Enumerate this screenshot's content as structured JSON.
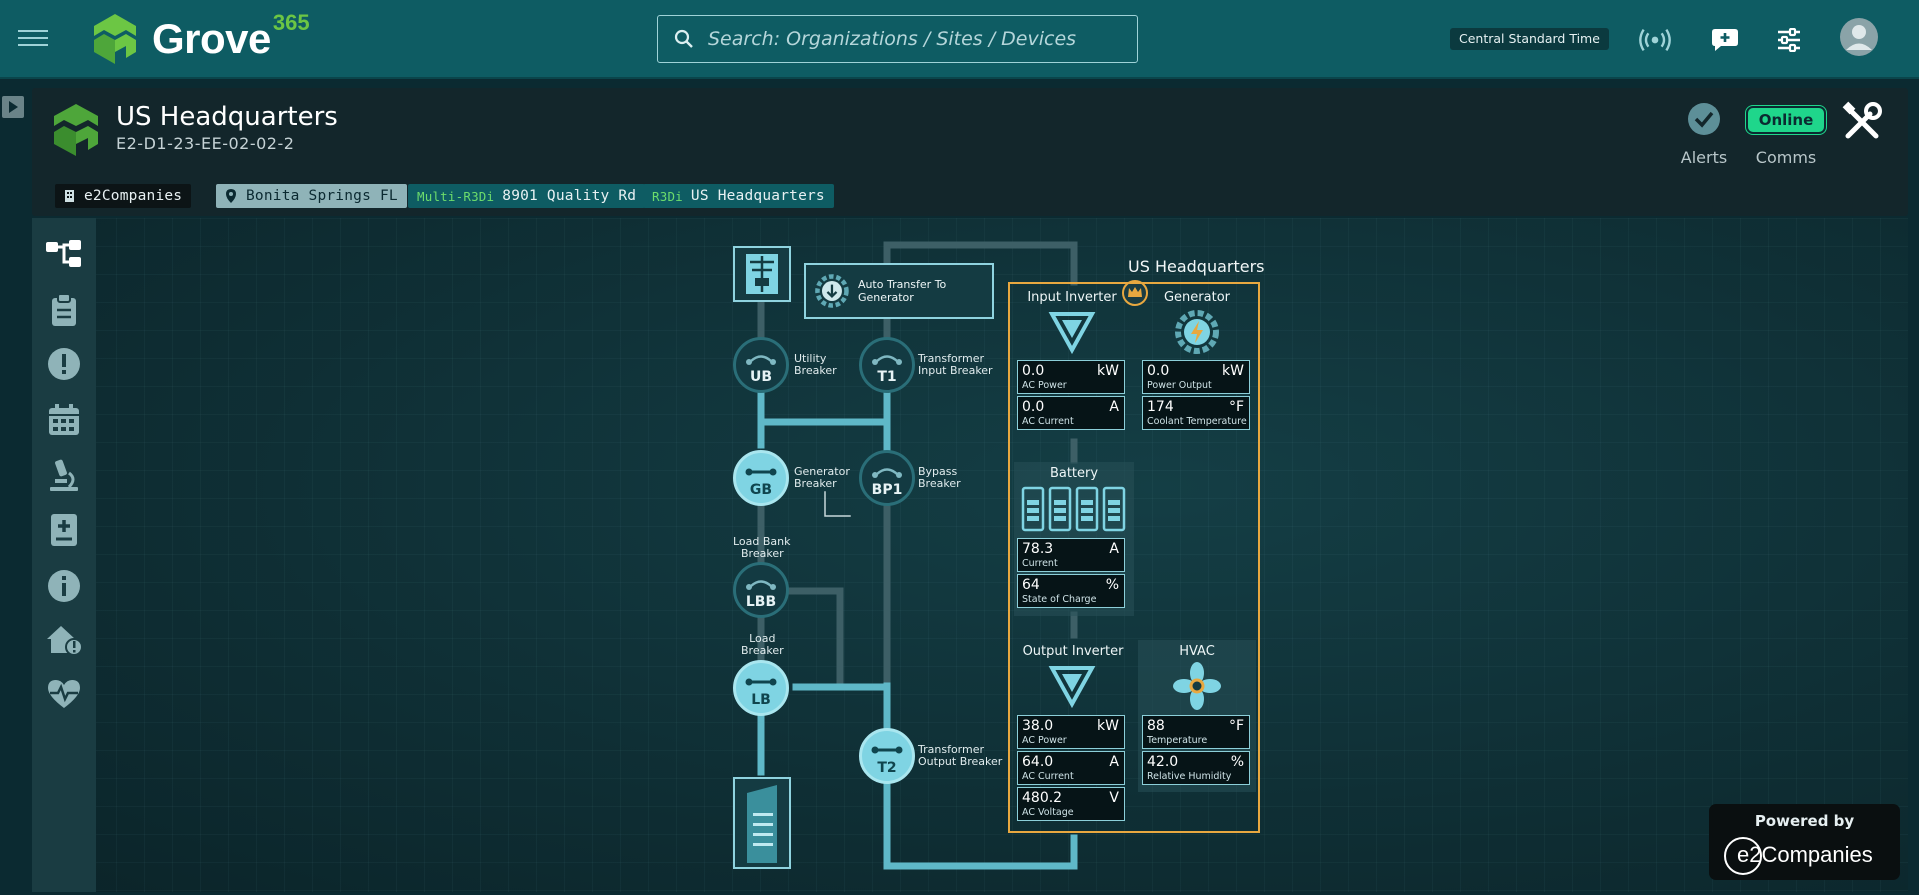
{
  "app": {
    "brand": "Grove",
    "brand_superscript": "365",
    "search_placeholder": "Search: Organizations / Sites / Devices",
    "timezone": "Central Standard Time"
  },
  "header": {
    "title": "US Headquarters",
    "device_id": "E2-D1-23-EE-02-02-2",
    "chips": [
      {
        "tag": "",
        "label": "e2Companies"
      },
      {
        "tag": "",
        "label": "Bonita Springs FL"
      },
      {
        "tag": "Multi-R3Di",
        "label": "8901 Quality Rd"
      },
      {
        "tag": "R3Di",
        "label": "US Headquarters"
      }
    ],
    "alerts_label": "Alerts",
    "comms_label": "Comms",
    "comms_status": "Online"
  },
  "diagram": {
    "ats_label": "Auto Transfer To Generator",
    "panel_title": "US Headquarters",
    "breakers": [
      {
        "id": "UB",
        "name_line1": "Utility",
        "name_line2": "Breaker",
        "closed": false
      },
      {
        "id": "T1",
        "name_line1": "Transformer",
        "name_line2": "Input Breaker",
        "closed": false
      },
      {
        "id": "GB",
        "name_line1": "Generator",
        "name_line2": "Breaker",
        "closed": true
      },
      {
        "id": "BP1",
        "name_line1": "Bypass",
        "name_line2": "Breaker",
        "closed": false
      },
      {
        "id": "LBB",
        "name_line1": "Load Bank",
        "name_line2": "Breaker",
        "closed": false
      },
      {
        "id": "LB",
        "name_line1": "Load",
        "name_line2": "Breaker",
        "closed": true
      },
      {
        "id": "T2",
        "name_line1": "Transformer",
        "name_line2": "Output Breaker",
        "closed": true
      }
    ],
    "input_inverter": {
      "title": "Input Inverter",
      "readouts": [
        {
          "value": "0.0",
          "unit": "kW",
          "label": "AC Power"
        },
        {
          "value": "0.0",
          "unit": "A",
          "label": "AC Current"
        }
      ]
    },
    "generator": {
      "title": "Generator",
      "readouts": [
        {
          "value": "0.0",
          "unit": "kW",
          "label": "Power Output"
        },
        {
          "value": "174",
          "unit": "°F",
          "label": "Coolant Temperature"
        }
      ]
    },
    "battery": {
      "title": "Battery",
      "readouts": [
        {
          "value": "78.3",
          "unit": "A",
          "label": "Current"
        },
        {
          "value": "64",
          "unit": "%",
          "label": "State of Charge"
        }
      ]
    },
    "output_inverter": {
      "title": "Output Inverter",
      "readouts": [
        {
          "value": "38.0",
          "unit": "kW",
          "label": "AC Power"
        },
        {
          "value": "64.0",
          "unit": "A",
          "label": "AC Current"
        },
        {
          "value": "480.2",
          "unit": "V",
          "label": "AC Voltage"
        }
      ]
    },
    "hvac": {
      "title": "HVAC",
      "readouts": [
        {
          "value": "88",
          "unit": "°F",
          "label": "Temperature"
        },
        {
          "value": "42.0",
          "unit": "%",
          "label": "Relative Humidity"
        }
      ]
    }
  },
  "footer": {
    "powered_by": "Powered by",
    "company": "e2Companies"
  },
  "colors": {
    "topbar": "#0e5c63",
    "accent_green": "#6cc644",
    "online": "#1fd68b",
    "panel_border": "#e8a840",
    "line": "#5fb8c8"
  },
  "icons": {
    "rail": [
      "topology-icon",
      "clipboard-icon",
      "alert-icon",
      "calendar-icon",
      "microscope-icon",
      "add-report-icon",
      "info-icon",
      "home-alert-icon",
      "heartbeat-icon"
    ],
    "top": [
      "broadcast-icon",
      "chat-icon",
      "sliders-icon",
      "user-avatar-icon"
    ]
  }
}
